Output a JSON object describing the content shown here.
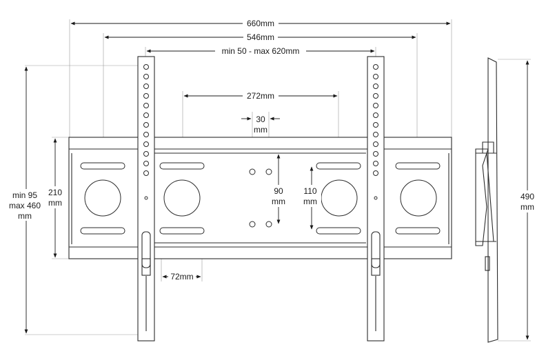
{
  "dimensions": {
    "overall_width": "660mm",
    "arm_width": "546mm",
    "arm_spacing": "min 50 - max 620mm",
    "hole_spacing_272": "272mm",
    "hole_gap_30_a": "30",
    "hole_gap_30_b": "mm",
    "hole_gap_90_a": "90",
    "hole_gap_90_b": "mm",
    "hole_gap_110_a": "110",
    "hole_gap_110_b": "mm",
    "plate_height_a": "210",
    "plate_height_b": "mm",
    "slot_length": "72mm",
    "arm_height_a": "min 95",
    "arm_height_b": "max 460",
    "arm_height_c": "mm",
    "side_height_a": "490",
    "side_height_b": "mm"
  }
}
